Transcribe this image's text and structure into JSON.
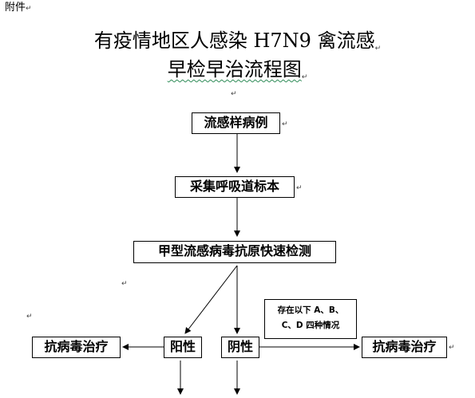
{
  "attachment_label": "附件",
  "title": {
    "line1": "有疫情地区人感染 H7N9 禽流感",
    "line2": "早检早治流程图"
  },
  "paragraph_mark": "↵",
  "flow": {
    "step1": "流感样病例",
    "step2": "采集呼吸道标本",
    "step3": "甲型流感病毒抗原快速检测",
    "positive": "阳性",
    "negative": "阴性",
    "antiviral_left": "抗病毒治疗",
    "antiviral_right": "抗病毒治疗",
    "condition_line1": "存在以下 A、B、",
    "condition_line2": "C、D 四种情况"
  }
}
